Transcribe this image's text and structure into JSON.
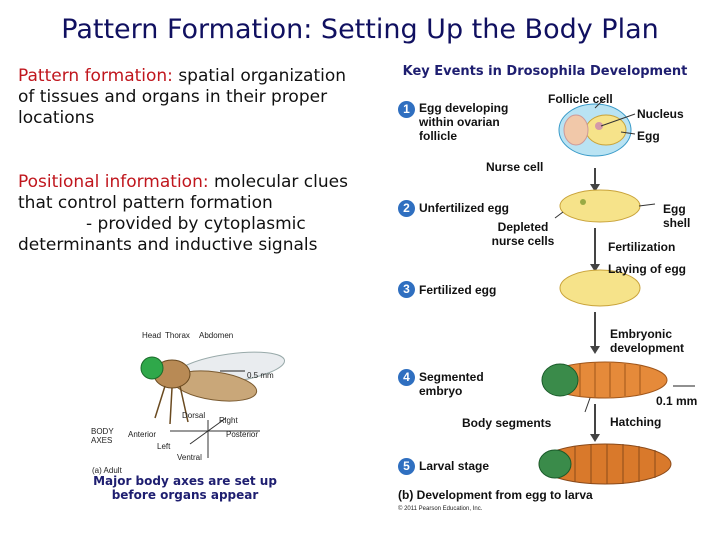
{
  "title": "Pattern Formation:  Setting Up the Body Plan",
  "pattern_formation": {
    "term": "Pattern formation:",
    "definition": " spatial organization of tissues and organs in their proper locations"
  },
  "positional_information": {
    "term": "Positional information:",
    "definition": " molecular clues that control pattern formation",
    "detail": "- provided by cytoplasmic determinants and inductive signals"
  },
  "fly_figure": {
    "labels": {
      "head": "Head",
      "thorax": "Thorax",
      "abdomen": "Abdomen",
      "scale": "0.5 mm",
      "dorsal": "Dorsal",
      "right": "Right",
      "body_axes": "BODY AXES",
      "anterior": "Anterior",
      "posterior": "Posterior",
      "left": "Left",
      "ventral": "Ventral",
      "panel": "(a) Adult"
    },
    "caption": "Major body axes are set up before organs appear"
  },
  "dev_figure": {
    "heading": "Key Events in Drosophila Development",
    "steps": [
      {
        "number": "1",
        "label": "Egg developing within ovarian follicle"
      },
      {
        "number": "2",
        "label": "Unfertilized egg"
      },
      {
        "number": "3",
        "label": "Fertilized egg"
      },
      {
        "number": "4",
        "label": "Segmented embryo"
      },
      {
        "number": "5",
        "label": "Larval stage"
      }
    ],
    "callouts": {
      "follicle_cell": "Follicle cell",
      "nucleus": "Nucleus",
      "egg": "Egg",
      "nurse_cell": "Nurse cell",
      "egg_shell": "Egg shell",
      "depleted": "Depleted nurse cells",
      "fertilization": "Fertilization",
      "laying": "Laying of egg",
      "embryonic": "Embryonic development",
      "scale": "0.1 mm",
      "segments": "Body segments",
      "hatching": "Hatching"
    },
    "panel": "(b) Development from egg to larva",
    "copyright": "© 2011 Pearson Education, Inc."
  },
  "colors": {
    "title": "#101060",
    "term": "#c0161d",
    "step_badge": "#2f6fc0",
    "larva": "#d9792b",
    "egg": "#f7e98e"
  }
}
